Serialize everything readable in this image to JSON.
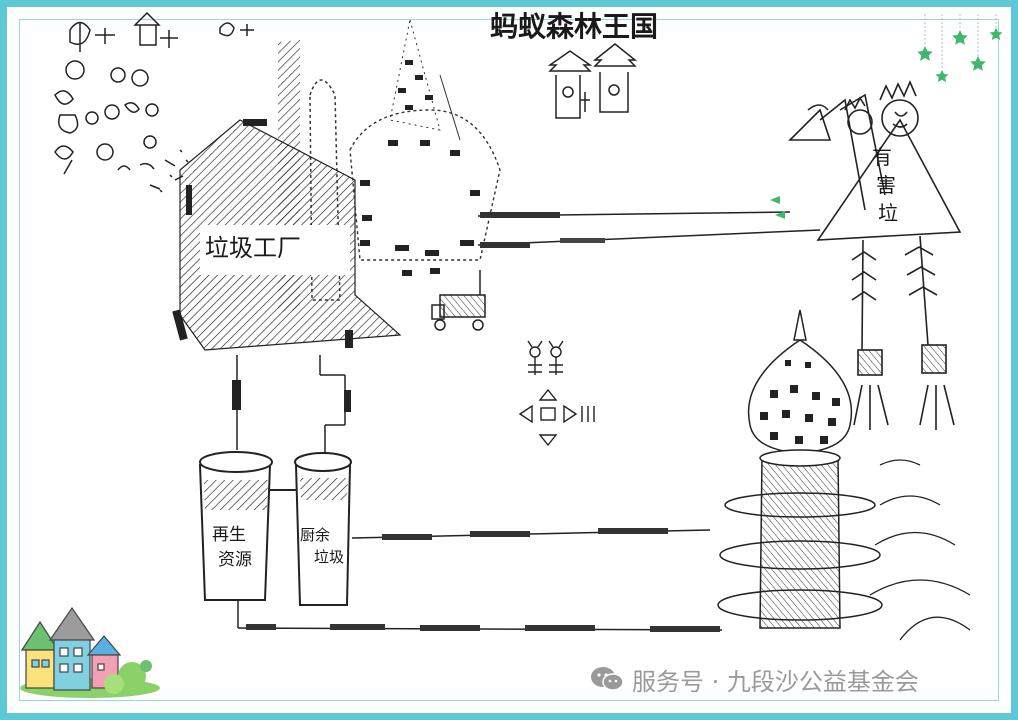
{
  "drawing": {
    "title": "蚂蚁森林王国",
    "factory_label": "垃圾工厂",
    "bin_recycle_label_1": "再生",
    "bin_recycle_label_2": "资源",
    "bin_waste_label_1": "厨余",
    "bin_waste_label_2": "垃圾",
    "hazard_label_1": "有",
    "hazard_label_2": "害",
    "hazard_label_3": "垃"
  },
  "watermark": {
    "text": "服务号 · 九段沙公益基金会"
  },
  "colors": {
    "frame": "#5ec8d4",
    "star": "#3fb86a",
    "watermark": "#9a9a9a"
  }
}
